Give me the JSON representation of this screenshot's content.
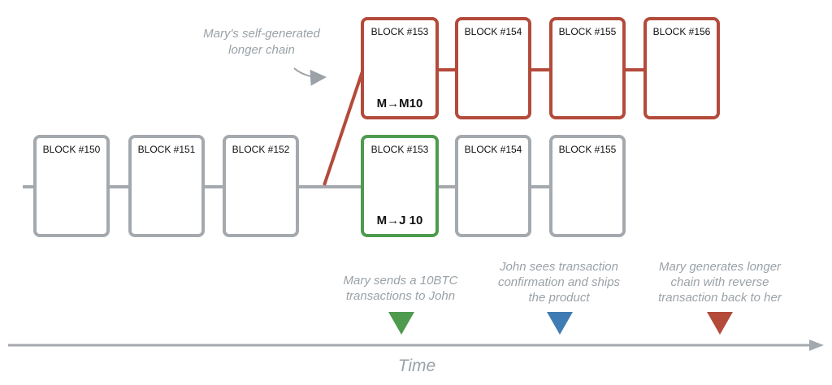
{
  "colors": {
    "gray": "#a4a9ae",
    "red": "#b34a3a",
    "green": "#4e9a4e",
    "blue": "#3f7cb3",
    "caption": "#9aa2a8"
  },
  "main_chain": {
    "blocks": [
      "BLOCK #150",
      "BLOCK #151",
      "BLOCK #152"
    ]
  },
  "honest_chain": {
    "blocks": [
      "BLOCK #153",
      "BLOCK #154",
      "BLOCK #155"
    ],
    "transaction": "M→J 10"
  },
  "attacker_chain": {
    "blocks": [
      "BLOCK #153",
      "BLOCK #154",
      "BLOCK #155",
      "BLOCK #156"
    ],
    "transaction": "M→M10",
    "caption_line1": "Mary's self-generated",
    "caption_line2": "longer chain"
  },
  "timeline": {
    "label": "Time",
    "events": [
      {
        "line1": "Mary sends a 10BTC",
        "line2": "transactions to John",
        "line3": "",
        "color": "#4e9a4e"
      },
      {
        "line1": "John sees transaction",
        "line2": "confirmation and ships",
        "line3": "the product",
        "color": "#3f7cb3"
      },
      {
        "line1": "Mary generates longer",
        "line2": "chain with reverse",
        "line3": "transaction back to her",
        "color": "#b34a3a"
      }
    ]
  }
}
